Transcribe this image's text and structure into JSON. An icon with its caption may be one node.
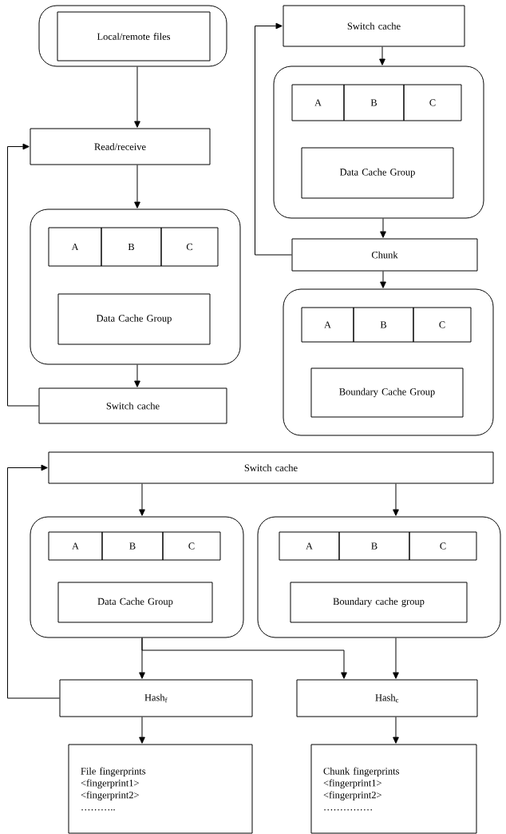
{
  "diagram": {
    "nodes": [
      {
        "text": [],
        "shape": "box"
      },
      {
        "text": [
          "Local/remote files"
        ],
        "in": 0
      },
      {
        "text": [
          "Read/receive"
        ]
      },
      {
        "text": [],
        "shape": "box"
      },
      {
        "text": [
          "A"
        ],
        "in": 3
      },
      {
        "text": [
          "B"
        ],
        "in": 3
      },
      {
        "text": [
          "C"
        ],
        "in": 3
      },
      {
        "text": [
          "Data Cache Group"
        ],
        "in": 3
      },
      {
        "text": [
          "Switch cache"
        ]
      },
      {
        "text": [
          "Switch cache"
        ]
      },
      {
        "text": [],
        "shape": "box"
      },
      {
        "text": [
          "A"
        ],
        "in": 10
      },
      {
        "text": [
          "B"
        ],
        "in": 10
      },
      {
        "text": [
          "C"
        ],
        "in": 10
      },
      {
        "text": [
          "Data Cache Group"
        ],
        "in": 10
      },
      {
        "text": [
          "Chunk"
        ]
      },
      {
        "text": [],
        "shape": "box"
      },
      {
        "text": [
          "A"
        ],
        "in": 16
      },
      {
        "text": [
          "B"
        ],
        "in": 16
      },
      {
        "text": [
          "C"
        ],
        "in": 16
      },
      {
        "text": [
          "Boundary Cache Group"
        ],
        "in": 16
      },
      {
        "text": [
          "Switch cache"
        ]
      },
      {
        "text": [],
        "shape": "box"
      },
      {
        "text": [
          "A"
        ],
        "in": 22
      },
      {
        "text": [
          "B"
        ],
        "in": 22
      },
      {
        "text": [
          "C"
        ],
        "in": 22
      },
      {
        "text": [
          "Data Cache Group"
        ],
        "in": 22
      },
      {
        "text": [],
        "shape": "box"
      },
      {
        "text": [
          "A"
        ],
        "in": 27
      },
      {
        "text": [
          "B"
        ],
        "in": 27
      },
      {
        "text": [
          "C"
        ],
        "in": 27
      },
      {
        "text": [
          "Boundary cache group"
        ],
        "in": 27
      },
      {
        "text": [
          "Hash$_{f}$"
        ]
      },
      {
        "text": [
          "Hash$_{c}$"
        ]
      },
      {
        "text": [
          "File fingerprints",
          "<fingerprint1>",
          "<fingerprint2>",
          "……….."
        ]
      },
      {
        "text": [
          "Chunk fingerprints",
          "<fingerprint1>",
          "<fingerprint2>",
          "……………"
        ]
      }
    ],
    "edges": [
      {
        "from": 0,
        "to": 2,
        "arrow": "to"
      },
      {
        "from": 2,
        "to": 3,
        "arrow": "to"
      },
      {
        "from": 3,
        "to": 8,
        "arrow": "to"
      },
      {
        "from": 8,
        "to": 2,
        "arrow": "to"
      },
      {
        "from": 9,
        "to": 10,
        "arrow": "to"
      },
      {
        "from": 10,
        "to": 15,
        "arrow": "to"
      },
      {
        "from": 15,
        "to": 9,
        "arrow": "to"
      },
      {
        "from": 15,
        "to": 16,
        "arrow": "to"
      },
      {
        "from": 21,
        "to": 22,
        "arrow": "to"
      },
      {
        "from": 21,
        "to": 27,
        "arrow": "to"
      },
      {
        "from": 22,
        "to": 32,
        "arrow": "to"
      },
      {
        "from": 22,
        "to": 33,
        "arrow": "to"
      },
      {
        "from": 27,
        "to": 33,
        "arrow": "to"
      },
      {
        "from": 32,
        "to": 21,
        "arrow": "to"
      },
      {
        "from": 32,
        "to": 34,
        "arrow": "to"
      },
      {
        "from": 33,
        "to": 35,
        "arrow": "to"
      }
    ]
  }
}
